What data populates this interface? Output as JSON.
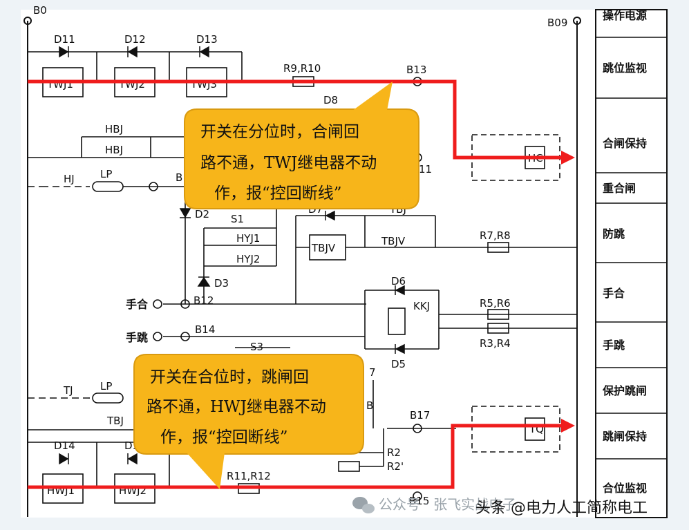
{
  "diagram": {
    "top_labels": {
      "left_node": "B0",
      "right_node": "B09"
    },
    "side_panel": {
      "items": [
        "操作电源",
        "跳位监视",
        "合闸保持",
        "重合闸",
        "防跳",
        "手合",
        "手跳",
        "保护跳闸",
        "跳闸保持",
        "合位监视"
      ]
    },
    "components": {
      "d11": "D11",
      "d12": "D12",
      "d13": "D13",
      "twj1": "TWJ1",
      "twj2": "TWJ2",
      "twj3": "TWJ3",
      "r9r10": "R9,R10",
      "b13": "B13",
      "d8": "D8",
      "hbj1": "HBJ",
      "hbj2": "HBJ",
      "hj": "HJ",
      "lp_top": "LP",
      "b_partial": "B",
      "b11_partial": "11",
      "hc": "HC",
      "d2": "D2",
      "s1": "S1",
      "hyj1": "HYJ1",
      "hyj2": "HYJ2",
      "d3": "D3",
      "d7": "D7",
      "tbj_top": "TBJ",
      "tbjv": "TBJV",
      "tbjv2": "TBJV",
      "r7r8": "R7,R8",
      "shouhe": "手合",
      "b12": "B12",
      "d6": "D6",
      "kkj": "KKJ",
      "r5r6": "R5,R6",
      "shoutiao": "手跳",
      "b14": "B14",
      "s3": "S3",
      "r3r4": "R3,R4",
      "d5": "D5",
      "seven": "7",
      "b_mid": "B",
      "tj": "TJ",
      "lp_bot": "LP",
      "tbj_bot": "TBJ",
      "b17": "B17",
      "tq": "TQ",
      "d14": "D14",
      "d15": "D1",
      "hwj1": "HWJ1",
      "hwj2": "HWJ2",
      "r2": "R2",
      "r2p": "R2'",
      "r11r12": "R11,R12",
      "b15": "B15"
    },
    "callouts": {
      "top": [
        "开关在分位时，合闸回",
        "路不通，TWJ继电器不动",
        "作，报“控回断线”"
      ],
      "bottom": [
        "开关在合位时，跳闸回",
        "路不通，HWJ继电器不动",
        "作，报“控回断线”"
      ]
    }
  },
  "watermark": {
    "account": "公众号 · 张飞实战电子",
    "tagline": "头条 @电力人工简称电工"
  },
  "colors": {
    "path_red": "#ef1c1c",
    "callout_fill": "#f7b51a",
    "callout_stroke": "#d99a10"
  }
}
